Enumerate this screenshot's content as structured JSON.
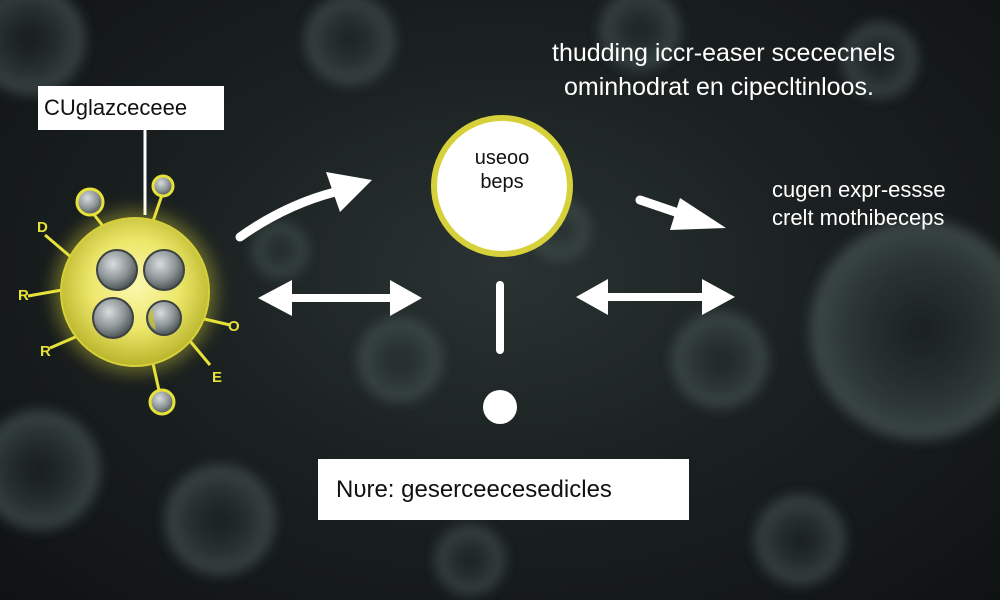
{
  "cell_label": "CUglazceceee",
  "top_caption": {
    "line1": "thudding iccr-easer scececnels",
    "line2": "ominhodrat en cipecltinloos."
  },
  "center_node": {
    "line1": "useoo",
    "line2": "beps"
  },
  "right_caption": {
    "line1": "cugen expr-essse",
    "line2": "crelt mothibeceps"
  },
  "note": "Nᴜre: geserceecesedicles",
  "receptor_letters": [
    "D",
    "R",
    "R",
    "O",
    "E"
  ],
  "colors": {
    "accent_yellow": "#e6e23a",
    "background": "#15191a",
    "arrow": "#ffffff"
  }
}
